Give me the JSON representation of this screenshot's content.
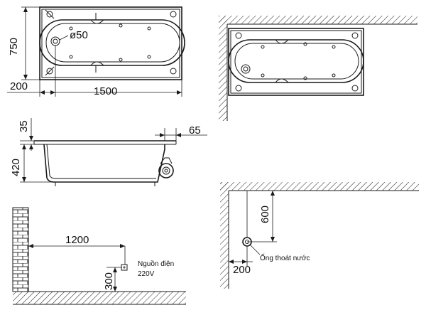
{
  "top_view": {
    "width_label": "1500",
    "height_label": "750",
    "offset_label": "200",
    "drain_label": "ø50"
  },
  "side_view": {
    "rim_label": "35",
    "height_label": "420",
    "overhang_label": "65"
  },
  "electrical": {
    "distance_label": "1200",
    "height_label": "300",
    "power_label_line1": "Nguồn điện",
    "power_label_line2": "220V"
  },
  "drain_plan": {
    "vertical_label": "600",
    "horizontal_label": "200",
    "drain_pipe_label": "Ống thoát nước"
  }
}
